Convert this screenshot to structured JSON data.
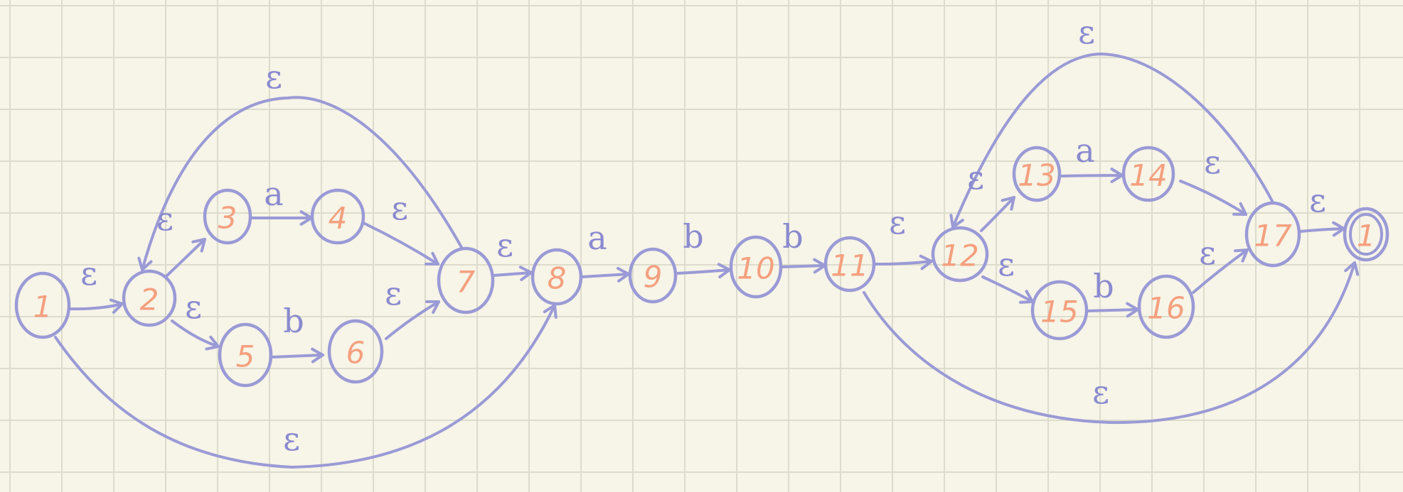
{
  "diagram": {
    "colors": {
      "paper": "#f7f4e8",
      "grid": "#dcdccc",
      "ink": "#9a9ad6",
      "state_number": "#f4a07e"
    },
    "states": [
      {
        "id": "1",
        "label": "1"
      },
      {
        "id": "2",
        "label": "2"
      },
      {
        "id": "3",
        "label": "3"
      },
      {
        "id": "4",
        "label": "4"
      },
      {
        "id": "5",
        "label": "5"
      },
      {
        "id": "6",
        "label": "6"
      },
      {
        "id": "7",
        "label": "7"
      },
      {
        "id": "8",
        "label": "8"
      },
      {
        "id": "9",
        "label": "9"
      },
      {
        "id": "10",
        "label": "10"
      },
      {
        "id": "11",
        "label": "11"
      },
      {
        "id": "12",
        "label": "12"
      },
      {
        "id": "13",
        "label": "13"
      },
      {
        "id": "14",
        "label": "14"
      },
      {
        "id": "15",
        "label": "15"
      },
      {
        "id": "16",
        "label": "16"
      },
      {
        "id": "17",
        "label": "17"
      },
      {
        "id": "accept",
        "label": "1",
        "accepting": true
      }
    ],
    "edges": [
      {
        "from": "1",
        "to": "2",
        "label": "ε"
      },
      {
        "from": "2",
        "to": "3",
        "label": "ε"
      },
      {
        "from": "3",
        "to": "4",
        "label": "a"
      },
      {
        "from": "4",
        "to": "7",
        "label": "ε"
      },
      {
        "from": "2",
        "to": "5",
        "label": "ε"
      },
      {
        "from": "5",
        "to": "6",
        "label": "b"
      },
      {
        "from": "6",
        "to": "7",
        "label": "ε"
      },
      {
        "from": "7",
        "to": "2",
        "label": "ε"
      },
      {
        "from": "7",
        "to": "8",
        "label": "ε"
      },
      {
        "from": "1",
        "to": "8",
        "label": "ε"
      },
      {
        "from": "8",
        "to": "9",
        "label": "a"
      },
      {
        "from": "9",
        "to": "10",
        "label": "b"
      },
      {
        "from": "10",
        "to": "11",
        "label": "b"
      },
      {
        "from": "11",
        "to": "12",
        "label": "ε"
      },
      {
        "from": "12",
        "to": "13",
        "label": "ε"
      },
      {
        "from": "13",
        "to": "14",
        "label": "a"
      },
      {
        "from": "14",
        "to": "17",
        "label": "ε"
      },
      {
        "from": "12",
        "to": "15",
        "label": "ε"
      },
      {
        "from": "15",
        "to": "16",
        "label": "b"
      },
      {
        "from": "16",
        "to": "17",
        "label": "ε"
      },
      {
        "from": "17",
        "to": "12",
        "label": "ε"
      },
      {
        "from": "17",
        "to": "accept",
        "label": "ε"
      },
      {
        "from": "11",
        "to": "accept",
        "label": "ε"
      }
    ]
  }
}
